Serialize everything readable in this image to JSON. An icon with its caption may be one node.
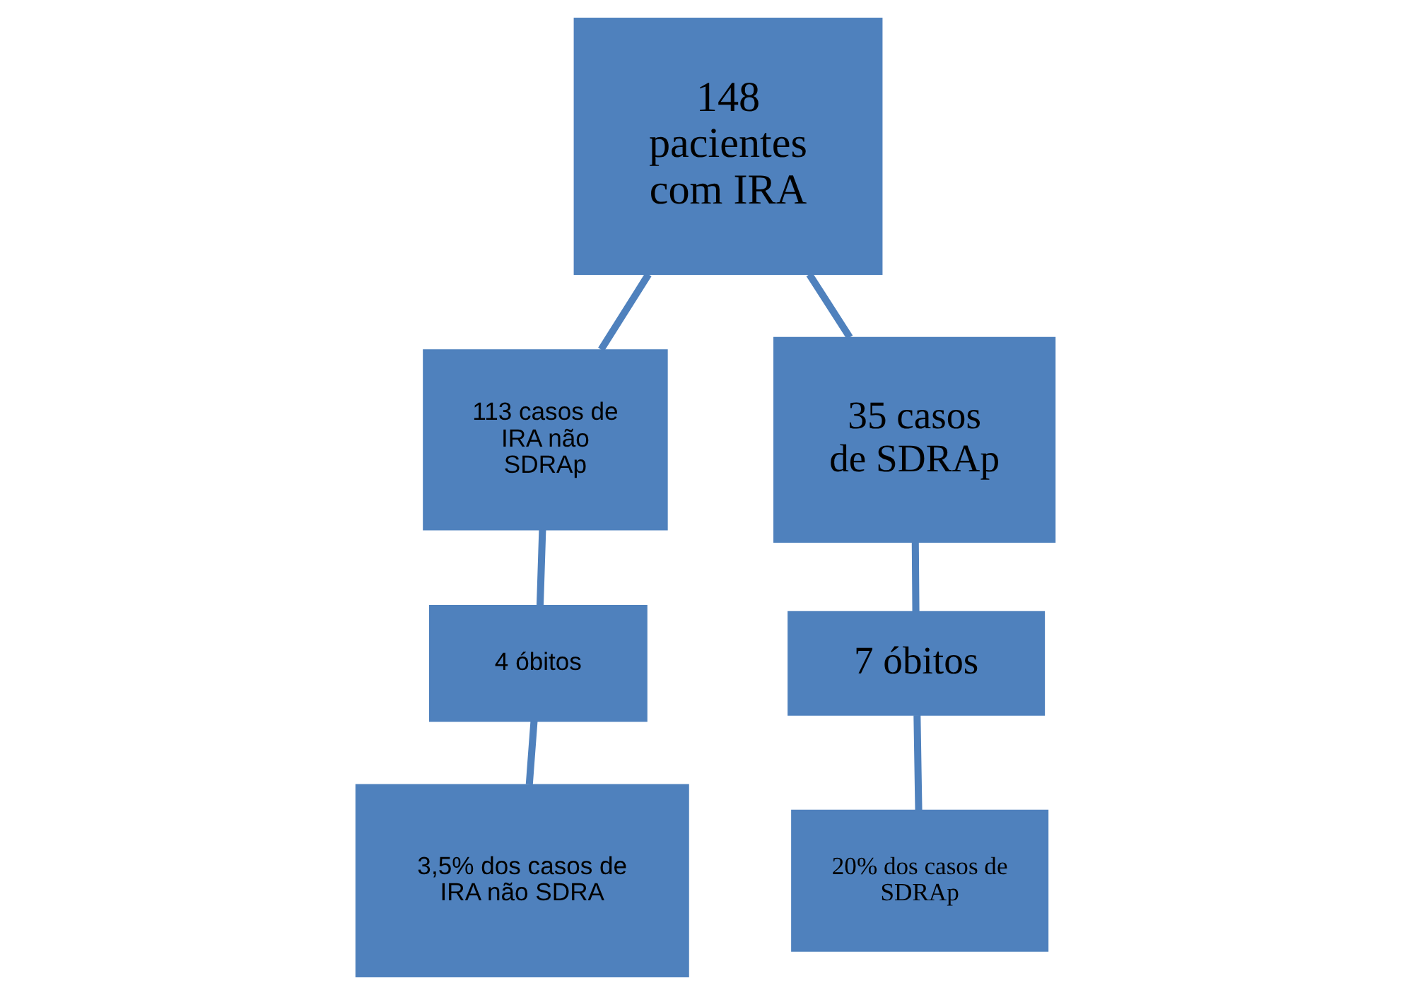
{
  "diagram": {
    "nodes": [
      {
        "text": [
          "148 pacientes com IRA"
        ]
      },
      {
        "text": [
          "113 casos de IRA não SDRAp"
        ]
      },
      {
        "text": [
          "35 casos de SDRAp"
        ]
      },
      {
        "text": [
          "4 óbitos"
        ]
      },
      {
        "text": [
          "3,5% dos casos de IRA não SDRA"
        ]
      },
      {
        "text": [
          "7 óbitos"
        ]
      },
      {
        "text": [
          "20% dos casos de SDRAp"
        ]
      }
    ],
    "edges": [
      {
        "from": 0,
        "to": 1,
        "arrow": "none"
      },
      {
        "from": 0,
        "to": 2,
        "arrow": "none"
      },
      {
        "from": 1,
        "to": 3,
        "arrow": "none"
      },
      {
        "from": 3,
        "to": 4,
        "arrow": "none"
      },
      {
        "from": 2,
        "to": 5,
        "arrow": "none"
      },
      {
        "from": 5,
        "to": 6,
        "arrow": "none"
      }
    ]
  }
}
